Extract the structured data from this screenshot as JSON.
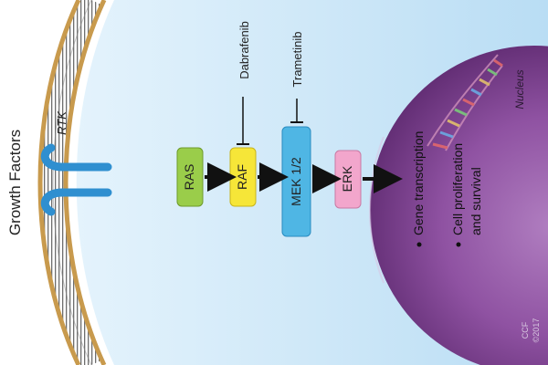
{
  "labels": {
    "growth_factors": "Growth Factors",
    "receptor": "RTK",
    "nucleus": "Nucleus",
    "copyright_1": "CCF",
    "copyright_2": "©2017"
  },
  "pathway": [
    {
      "label": "RAS",
      "color": "#9acd4a"
    },
    {
      "label": "RAF",
      "color": "#f6e638"
    },
    {
      "label": "MEK 1/2",
      "color": "#4fb6e4"
    },
    {
      "label": "ERK",
      "color": "#f2a6cc"
    }
  ],
  "inhibitors": [
    {
      "label": "Dabrafenib",
      "target": "RAF"
    },
    {
      "label": "Trametinib",
      "target": "MEK 1/2"
    }
  ],
  "outcomes": [
    {
      "lines": [
        "Gene transcription"
      ]
    },
    {
      "lines": [
        "Cell proliferation",
        "and survival"
      ]
    }
  ],
  "colors": {
    "cytoplasm": "#cde8f8",
    "membrane": "#b8873e",
    "receptor": "#2f8fd0",
    "nucleus": "#7d3f8f",
    "arrow": "#111111"
  }
}
